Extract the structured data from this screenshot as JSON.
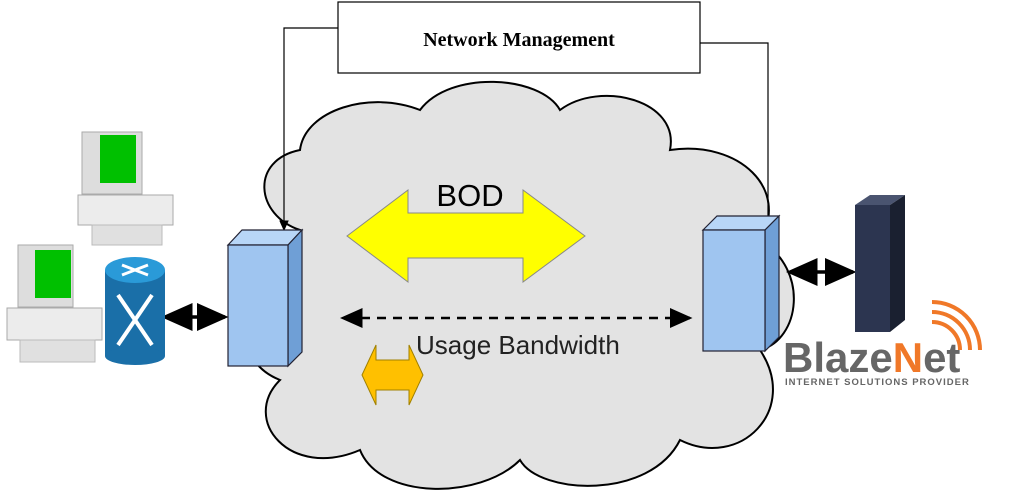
{
  "management": {
    "label": "Network Management"
  },
  "cloud": {
    "bod_label": "BOD",
    "usage_label": "Usage Bandwidth"
  },
  "logo": {
    "brand_part1": "Blaze",
    "brand_n": "N",
    "brand_part2": "et",
    "tagline": "INTERNET SOLUTIONS PROVIDER"
  },
  "colors": {
    "cloud": "#e3e3e3",
    "box": "#9fc5f0",
    "bod_arrow": "#ffff00",
    "usage_arrow": "#ffc000",
    "router": "#1a7fb8",
    "screen": "#00c000",
    "logo_orange": "#f07828",
    "logo_gray": "#666666"
  }
}
